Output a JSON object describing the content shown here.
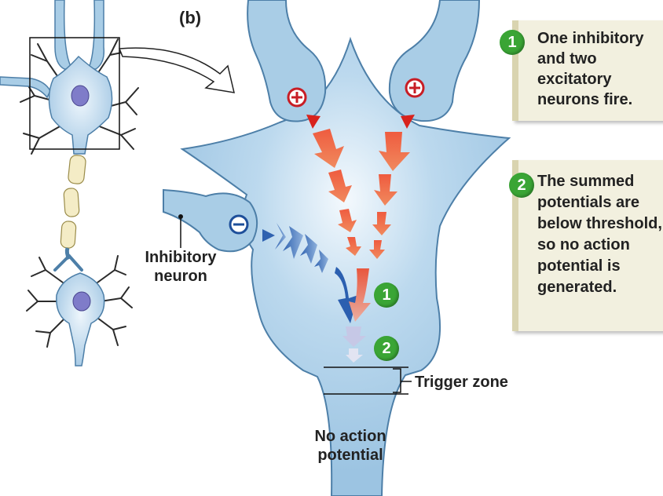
{
  "panel_tag": "(b)",
  "notes": [
    {
      "step": "1",
      "text": "One inhibitory and two excitatory neurons fire."
    },
    {
      "step": "2",
      "text": "The summed potentials are below threshold, so no action potential is generated."
    }
  ],
  "cell_steps": [
    "1",
    "2"
  ],
  "labels": {
    "inhibitory_neuron": "Inhibitory neuron",
    "trigger_zone": "Trigger zone",
    "no_action_potential": "No action potential"
  },
  "symbols": {
    "excitatory": "+",
    "inhibitory": "−"
  },
  "icons": [
    "plus-sign-icon",
    "minus-sign-icon",
    "curved-arrow-icon"
  ],
  "colors": {
    "neuron_fill": "#a9cde6",
    "neuron_outline": "#4d7fa8",
    "excitatory_arrow": "#e8503a",
    "inhibitory_arrow": "#2f62b0",
    "step_badge": "#3aa535",
    "note_bg": "#f2f0df"
  }
}
